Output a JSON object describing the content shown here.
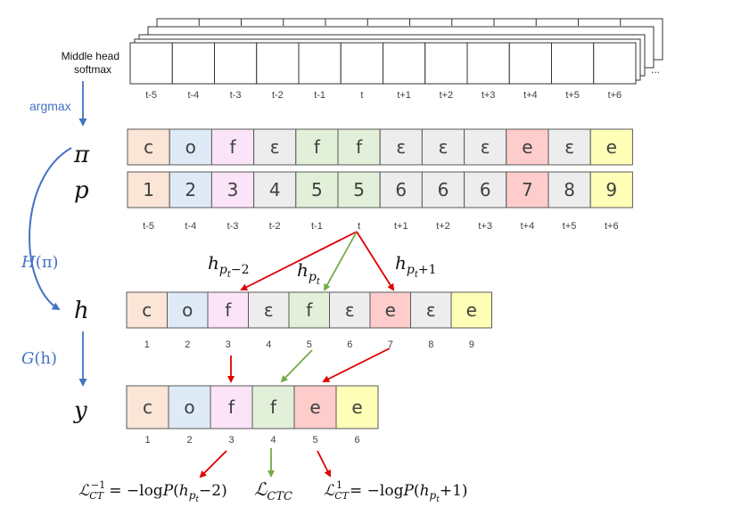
{
  "colors": {
    "c": "#FBE5D6",
    "o": "#DEEBF7",
    "f": "#FCE4F8",
    "eps": "#EDEDED",
    "f_green": "#E2F0D9",
    "e": "#FFCCCC",
    "e_yellow": "#FFFFB7",
    "red_arrow": "#E00000",
    "green_arrow": "#70AD47",
    "blue": "#4472C4",
    "grid": "#595959"
  },
  "softmax": {
    "label_line1": "Middle head",
    "label_line2": "softmax",
    "time_labels": [
      "t-5",
      "t-4",
      "t-3",
      "t-2",
      "t-1",
      "t",
      "t+1",
      "t+2",
      "t+3",
      "t+4",
      "t+5",
      "t+6"
    ],
    "dots": "..."
  },
  "argmax_label": "argmax",
  "pi_row": {
    "symbol": "π",
    "cells": [
      {
        "text": "c",
        "color": "#FBE5D6"
      },
      {
        "text": "o",
        "color": "#DEEBF7"
      },
      {
        "text": "f",
        "color": "#FCE4F8"
      },
      {
        "text": "ɛ",
        "color": "#EDEDED"
      },
      {
        "text": "f",
        "color": "#E2F0D9"
      },
      {
        "text": "f",
        "color": "#E2F0D9"
      },
      {
        "text": "ɛ",
        "color": "#EDEDED"
      },
      {
        "text": "ɛ",
        "color": "#EDEDED"
      },
      {
        "text": "ɛ",
        "color": "#EDEDED"
      },
      {
        "text": "e",
        "color": "#FFCCCC"
      },
      {
        "text": "ɛ",
        "color": "#EDEDED"
      },
      {
        "text": "e",
        "color": "#FFFFB7"
      }
    ]
  },
  "p_row": {
    "symbol": "p",
    "cells": [
      {
        "text": "1",
        "color": "#FBE5D6"
      },
      {
        "text": "2",
        "color": "#DEEBF7"
      },
      {
        "text": "3",
        "color": "#FCE4F8"
      },
      {
        "text": "4",
        "color": "#EDEDED"
      },
      {
        "text": "5",
        "color": "#E2F0D9"
      },
      {
        "text": "5",
        "color": "#E2F0D9"
      },
      {
        "text": "6",
        "color": "#EDEDED"
      },
      {
        "text": "6",
        "color": "#EDEDED"
      },
      {
        "text": "6",
        "color": "#EDEDED"
      },
      {
        "text": "7",
        "color": "#FFCCCC"
      },
      {
        "text": "8",
        "color": "#EDEDED"
      },
      {
        "text": "9",
        "color": "#FFFFB7"
      }
    ],
    "time_labels": [
      "t-5",
      "t-4",
      "t-3",
      "t-2",
      "t-1",
      "t",
      "t+1",
      "t+2",
      "t+3",
      "t+4",
      "t+5",
      "t+6"
    ]
  },
  "H_label": {
    "prefix": "H",
    "arg": "(π)"
  },
  "G_label": {
    "prefix": "G",
    "arg": "(h)"
  },
  "h_annotations": {
    "left": {
      "base": "h",
      "sub": "p",
      "subsub": "t",
      "suffix": "−2"
    },
    "mid": {
      "base": "h",
      "sub": "p",
      "subsub": "t",
      "suffix": ""
    },
    "right": {
      "base": "h",
      "sub": "p",
      "subsub": "t",
      "suffix": "+1"
    }
  },
  "h_row": {
    "symbol": "h",
    "cells": [
      {
        "text": "c",
        "color": "#FBE5D6"
      },
      {
        "text": "o",
        "color": "#DEEBF7"
      },
      {
        "text": "f",
        "color": "#FCE4F8"
      },
      {
        "text": "ɛ",
        "color": "#EDEDED"
      },
      {
        "text": "f",
        "color": "#E2F0D9"
      },
      {
        "text": "ɛ",
        "color": "#EDEDED"
      },
      {
        "text": "e",
        "color": "#FFCCCC"
      },
      {
        "text": "ɛ",
        "color": "#EDEDED"
      },
      {
        "text": "e",
        "color": "#FFFFB7"
      }
    ],
    "index_labels": [
      "1",
      "2",
      "3",
      "4",
      "5",
      "6",
      "7",
      "8",
      "9"
    ]
  },
  "y_row": {
    "symbol": "y",
    "cells": [
      {
        "text": "c",
        "color": "#FBE5D6"
      },
      {
        "text": "o",
        "color": "#DEEBF7"
      },
      {
        "text": "f",
        "color": "#FCE4F8"
      },
      {
        "text": "f",
        "color": "#E2F0D9"
      },
      {
        "text": "e",
        "color": "#FFCCCC"
      },
      {
        "text": "e",
        "color": "#FFFFB7"
      }
    ],
    "index_labels": [
      "1",
      "2",
      "3",
      "4",
      "5",
      "6"
    ]
  },
  "losses": {
    "left": {
      "L": "ℒ",
      "sub": "CT",
      "sup": "−1",
      "rhs": "= −log",
      "P": "P",
      "arg_open": "(",
      "h": "h",
      "p": "p",
      "t": "t",
      "tail": "−2)"
    },
    "mid": {
      "L": "ℒ",
      "sub": "CTC"
    },
    "right": {
      "L": "ℒ",
      "sub": "CT",
      "sup": "1",
      "rhs": "= −log",
      "P": "P",
      "arg_open": "(",
      "h": "h",
      "p": "p",
      "t": "t",
      "tail": "+1)"
    }
  }
}
